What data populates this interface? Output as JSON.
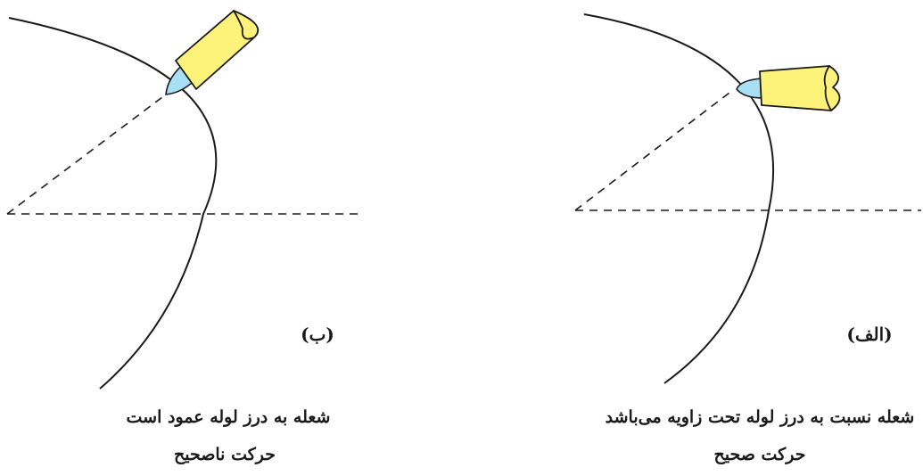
{
  "panel_b": {
    "tag": "(ب)",
    "caption_line1": "شعله به درز لوله عمود است",
    "caption_line2": "حرکت ناصحیح"
  },
  "panel_alef": {
    "tag": "(الف)",
    "caption_line1": "شعله نسبت به درز لوله تحت زاویه می‌باشد",
    "caption_line2": "حرکت صحیح"
  },
  "colors": {
    "torch_body": "#fdf27a",
    "flame": "#a9dff5",
    "line": "#1a1a1a"
  }
}
